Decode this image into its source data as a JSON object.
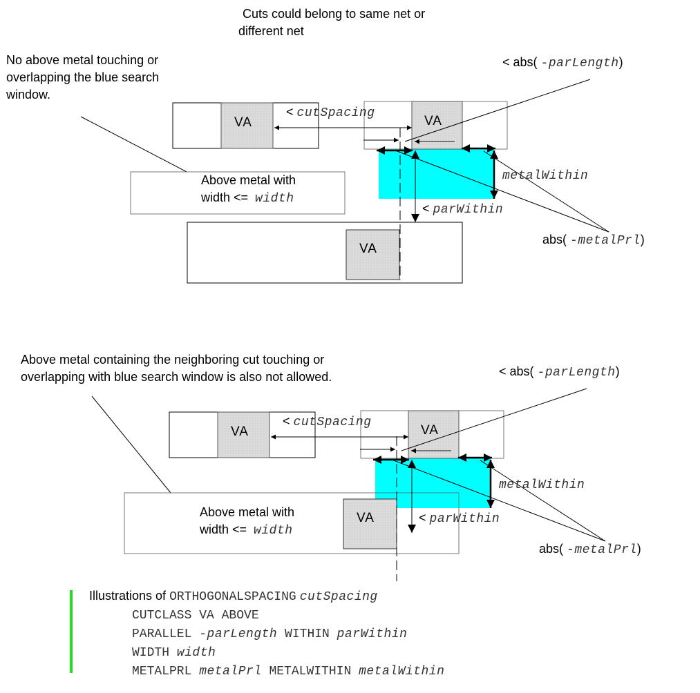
{
  "colors": {
    "search_window": "#00ffff",
    "cut_fill": "#d9d9d9",
    "legend_bar": "#22dd22"
  },
  "top_diagram": {
    "header_note": [
      "Cuts could belong to same net or",
      "different net"
    ],
    "left_note": [
      "No above metal touching or",
      "overlapping the blue search",
      "window."
    ],
    "cut_label": "VA",
    "cut_spacing_label": {
      "prefix": "< ",
      "var": "cutSpacing"
    },
    "par_length_label": {
      "prefix": "< abs( ",
      "var": "-parLength",
      "suffix": ")"
    },
    "metal_within_label": "metalWithin",
    "par_within_label": {
      "prefix": "< ",
      "var": "parWithin"
    },
    "metal_prl_label": {
      "prefix": "abs( ",
      "var": "-metalPrl",
      "suffix": ")"
    },
    "metal_box_label": {
      "line1": "Above metal with",
      "line2_prefix": "width <=  ",
      "line2_var": "width"
    }
  },
  "bottom_diagram": {
    "left_note": [
      "Above metal containing the neighboring cut touching or",
      "overlapping with blue search window is also not allowed."
    ],
    "cut_label": "VA",
    "cut_spacing_label": {
      "prefix": "< ",
      "var": "cutSpacing"
    },
    "par_length_label": {
      "prefix": "< abs( ",
      "var": "-parLength",
      "suffix": ")"
    },
    "metal_within_label": "metalWithin",
    "par_within_label": {
      "prefix": "< ",
      "var": "parWithin"
    },
    "metal_prl_label": {
      "prefix": "abs( ",
      "var": "-metalPrl",
      "suffix": ")"
    },
    "metal_box_label": {
      "line1": "Above metal with",
      "line2_prefix": "width <=  ",
      "line2_var": "width"
    }
  },
  "legend": {
    "intro": "Illustrations of ",
    "keyword": "ORTHOGONALSPACING",
    "var": "cutSpacing",
    "lines": [
      [
        {
          "t": "CUTCLASS VA ABOVE",
          "i": false
        }
      ],
      [
        {
          "t": "PARALLEL ",
          "i": false
        },
        {
          "t": "-parLength",
          "i": true
        },
        {
          "t": " WITHIN ",
          "i": false
        },
        {
          "t": "parWithin",
          "i": true
        }
      ],
      [
        {
          "t": "WIDTH ",
          "i": false
        },
        {
          "t": "width",
          "i": true
        }
      ],
      [
        {
          "t": "METALPRL ",
          "i": false
        },
        {
          "t": "metalPrl",
          "i": true
        },
        {
          "t": " METALWITHIN ",
          "i": false
        },
        {
          "t": "metalWithin",
          "i": true
        }
      ]
    ]
  }
}
